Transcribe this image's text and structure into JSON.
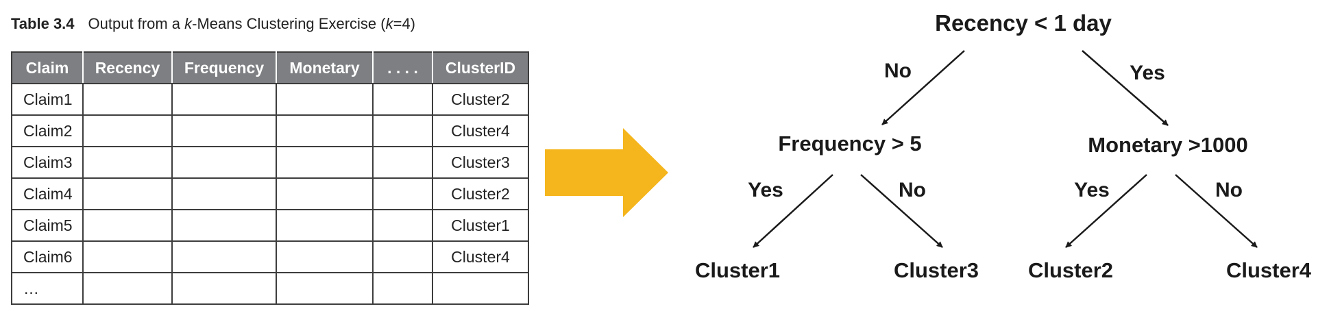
{
  "caption": {
    "label": "Table 3.4",
    "text_before": "Output from a ",
    "text_k": "k",
    "text_middle": "-Means Clustering Exercise (",
    "text_k2": "k",
    "text_after": "=4)"
  },
  "table": {
    "headers": [
      "Claim",
      "Recency",
      "Frequency",
      "Monetary",
      ". . . .",
      "ClusterID"
    ],
    "rows": [
      {
        "claim": "Claim1",
        "cluster": "Cluster2"
      },
      {
        "claim": "Claim2",
        "cluster": "Cluster4"
      },
      {
        "claim": "Claim3",
        "cluster": "Cluster3"
      },
      {
        "claim": "Claim4",
        "cluster": "Cluster2"
      },
      {
        "claim": "Claim5",
        "cluster": "Cluster1"
      },
      {
        "claim": "Claim6",
        "cluster": "Cluster4"
      },
      {
        "claim": "…",
        "cluster": ""
      }
    ]
  },
  "colors": {
    "header_bg": "#7d7f82",
    "arrow": "#f5b51c",
    "border": "#3d3d3d"
  },
  "tree": {
    "root": "Recency < 1 day",
    "left_edge": "No",
    "right_edge": "Yes",
    "left_node": "Frequency > 5",
    "right_node": "Monetary >1000",
    "left_left_edge": "Yes",
    "left_right_edge": "No",
    "right_left_edge": "Yes",
    "right_right_edge": "No",
    "leaves": [
      "Cluster1",
      "Cluster3",
      "Cluster2",
      "Cluster4"
    ]
  }
}
